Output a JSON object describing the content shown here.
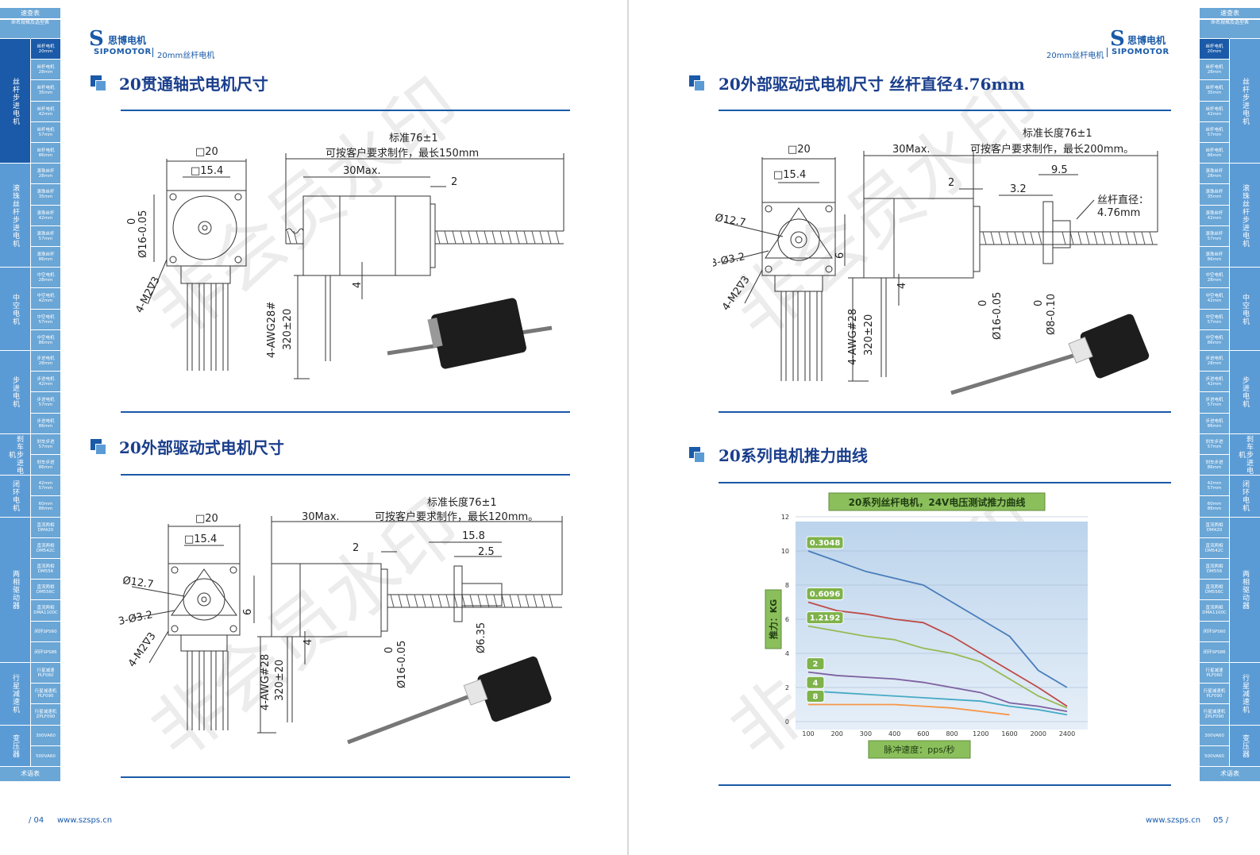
{
  "sidebar": {
    "top_label": "速查表",
    "naming": "命名规格及选型表",
    "bottom_label": "术语表",
    "groups": [
      {
        "label": "丝杆步进电机",
        "active": true,
        "items": [
          "丝杆电机20mm",
          "丝杆电机28mm",
          "丝杆电机35mm",
          "丝杆电机42mm",
          "丝杆电机57mm",
          "丝杆电机86mm"
        ]
      },
      {
        "label": "滚珠丝杆步进电机",
        "active": false,
        "items": [
          "滚珠丝杆28mm",
          "滚珠丝杆35mm",
          "滚珠丝杆42mm",
          "滚珠丝杆57mm",
          "滚珠丝杆86mm"
        ]
      },
      {
        "label": "中空电机",
        "active": false,
        "items": [
          "中空电机28mm",
          "中空电机42mm",
          "中空电机57mm",
          "中空电机86mm"
        ]
      },
      {
        "label": "步进电机",
        "active": false,
        "items": [
          "步进电机28mm",
          "步进电机42mm",
          "步进电机57mm",
          "步进电机86mm"
        ]
      },
      {
        "label": "刹车步进电机",
        "active": false,
        "items": [
          "刹车步进57mm",
          "刹车步进86mm"
        ]
      },
      {
        "label": "闭环电机",
        "active": false,
        "items": [
          "42mm 57mm",
          "60mm 86mm"
        ]
      },
      {
        "label": "两相驱动器",
        "active": false,
        "items": [
          "直流两相DM420",
          "直流两相DM542C",
          "直流两相DM556",
          "直流两相DM556C",
          "直流两相DMA1100C",
          "闭环SPS60",
          "闭环SPS86"
        ]
      },
      {
        "label": "行星减速机",
        "active": false,
        "items": [
          "行星减速PLF060",
          "行星减速机PLF090",
          "行星减速机ZPLF090"
        ]
      },
      {
        "label": "变压器",
        "active": false,
        "items": [
          "300VA60",
          "500VA60"
        ]
      }
    ]
  },
  "left_page": {
    "brand_cn": "思博电机",
    "brand_en": "SIPOMOTOR",
    "header_sub": "20mm丝杆电机",
    "section1_title": "20贯通轴式电机尺寸",
    "section2_title": "20外部驱动式电机尺寸",
    "page_number": "/ 04",
    "website": "www.szsps.cn",
    "drawing1": {
      "sq20": "□20",
      "sq154": "□15.4",
      "std": "标准76±1",
      "custom": "可按客户要求制作，最长150mm",
      "max30": "30Max.",
      "d2": "2",
      "d4": "4",
      "dia16": "Ø16-0.05",
      "dia16_zero": "0",
      "m2": "4-M2∇3",
      "awg": "4-AWG28#",
      "len": "320±20"
    },
    "drawing2": {
      "sq20": "□20",
      "sq154": "□15.4",
      "std": "标准长度76±1",
      "custom": "可按客户要求制作，最长120mm。",
      "max30": "30Max.",
      "d2": "2",
      "d158": "15.8",
      "d25": "2.5",
      "d127": "Ø12.7",
      "d32": "3-Ø3.2",
      "m2": "4-M2∇3",
      "d6": "6",
      "d4": "4",
      "awg": "4-AWG#28",
      "len": "320±20",
      "dia16": "Ø16-0.05",
      "dia16_zero": "0",
      "dia635": "Ø6.35"
    }
  },
  "right_page": {
    "brand_cn": "思博电机",
    "brand_en": "SIPOMOTOR",
    "header_sub": "20mm丝杆电机",
    "section1_title": "20外部驱动式电机尺寸   丝杆直径4.76mm",
    "section2_title": "20系列电机推力曲线",
    "page_number": "05 /",
    "website": "www.szsps.cn",
    "drawing3": {
      "sq20": "□20",
      "sq154": "□15.4",
      "std": "标准长度76±1",
      "custom": "可按客户要求制作，最长200mm。",
      "max30": "30Max.",
      "d95": "9.5",
      "d32b": "3.2",
      "d2": "2",
      "screw": "丝杆直径：",
      "screw_val": "4.76mm",
      "d127": "Ø12.7",
      "d32": "3-Ø3.2",
      "m2": "4-M2∇3",
      "d6": "6",
      "d4": "4",
      "awg": "4-AWG#28",
      "len": "320±20",
      "dia16": "Ø16-0.05",
      "dia16_zero": "0",
      "dia8": "Ø8-0.10",
      "dia8_zero": "0"
    }
  },
  "chart_data": {
    "type": "line",
    "title": "20系列丝杆电机，24V电压测试推力曲线",
    "xlabel": "脉冲速度：pps/秒",
    "ylabel": "推力：KG",
    "categories": [
      "100",
      "200",
      "300",
      "400",
      "600",
      "800",
      "1200",
      "1600",
      "2000",
      "2400"
    ],
    "ylim": [
      0,
      12
    ],
    "yticks": [
      "0",
      "2",
      "4",
      "6",
      "8",
      "10",
      "12"
    ],
    "grid": true,
    "series": [
      {
        "name": "0.3048",
        "color": "#4a7ebb",
        "values": [
          10.0,
          9.4,
          8.8,
          8.4,
          8.0,
          7.0,
          6.0,
          5.0,
          3.0,
          2.0
        ]
      },
      {
        "name": "0.6096",
        "color": "#be4b48",
        "values": [
          7.0,
          6.5,
          6.3,
          6.0,
          5.8,
          5.0,
          4.0,
          3.0,
          2.0,
          0.9
        ]
      },
      {
        "name": "1.2192",
        "color": "#98b954",
        "values": [
          5.6,
          5.3,
          5.0,
          4.8,
          4.3,
          4.0,
          3.5,
          2.5,
          1.5,
          0.8
        ]
      },
      {
        "name": "2",
        "color": "#7d60a0",
        "values": [
          2.9,
          2.7,
          2.6,
          2.5,
          2.3,
          2.0,
          1.7,
          1.1,
          0.9,
          0.6
        ]
      },
      {
        "name": "4",
        "color": "#46aac5",
        "values": [
          1.8,
          1.7,
          1.6,
          1.5,
          1.4,
          1.3,
          1.2,
          0.9,
          0.7,
          0.4
        ]
      },
      {
        "name": "8",
        "color": "#f79646",
        "values": [
          1.0,
          1.0,
          1.0,
          1.0,
          0.9,
          0.8,
          0.6,
          0.4,
          null,
          null
        ]
      }
    ]
  },
  "watermark": "非会员水印"
}
